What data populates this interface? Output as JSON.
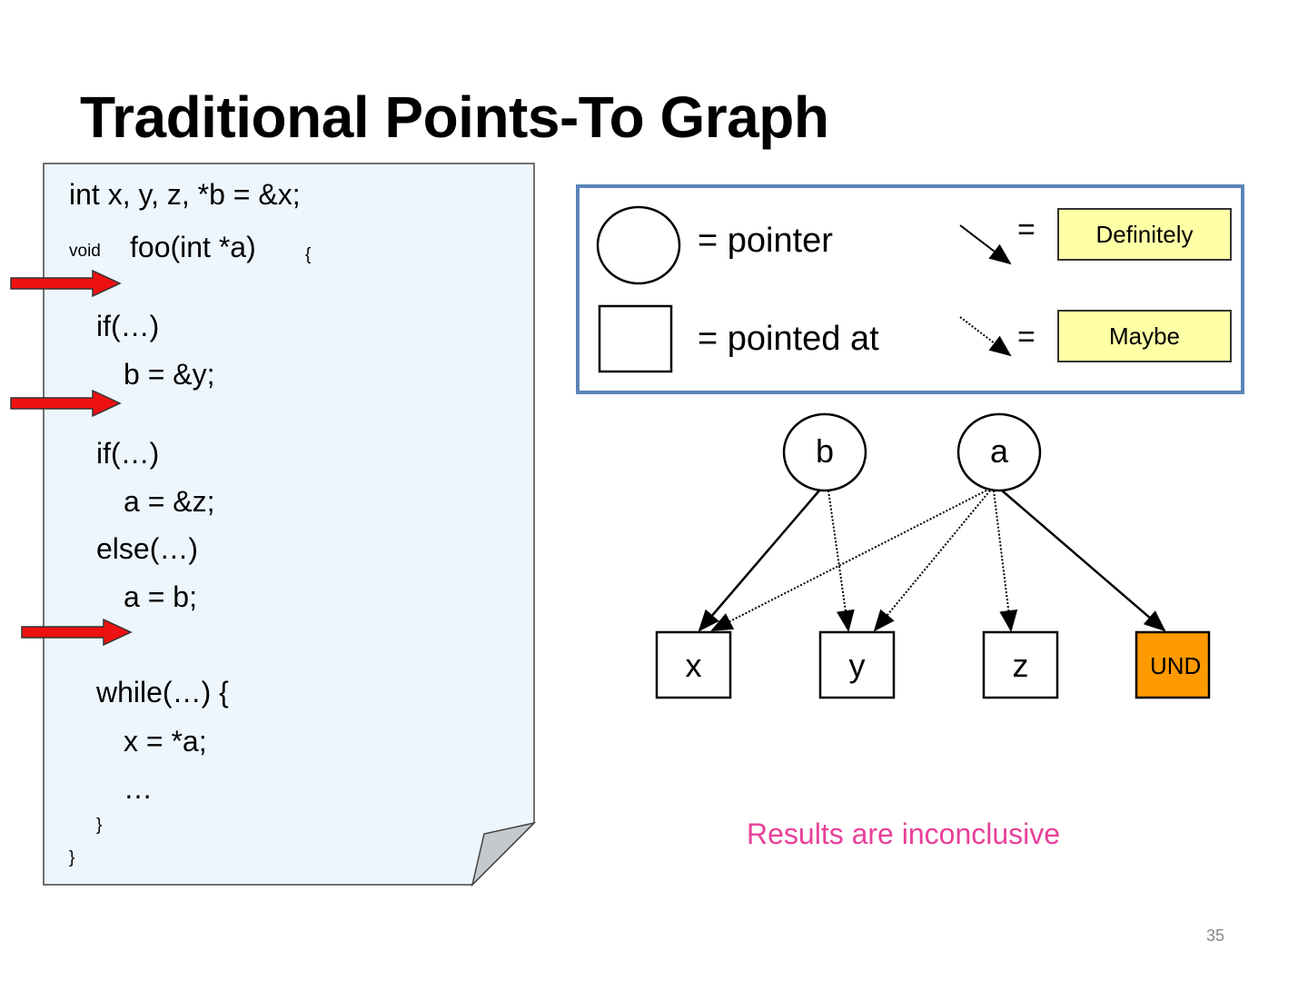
{
  "title": "Traditional Points-To Graph",
  "code": {
    "lines": [
      "int x, y, z, *b = &x;",
      "void",
      "foo(int *a)",
      "{",
      "if(…)",
      "b = &y;",
      "if(…)",
      "a = &z;",
      "else(…)",
      "a = b;",
      "while(…) {",
      "x = *a;",
      "…",
      "}",
      "}"
    ]
  },
  "legend": {
    "pointer_text": "= pointer",
    "pointed_at_text": "= pointed at",
    "equals": "=",
    "definitely": "Definitely",
    "maybe": "Maybe"
  },
  "graph": {
    "pointer_nodes": [
      "b",
      "a"
    ],
    "target_nodes": [
      "x",
      "y",
      "z",
      "UND"
    ],
    "und_color": "#ff9900"
  },
  "result": "Results are inconclusive",
  "page_number": "35"
}
